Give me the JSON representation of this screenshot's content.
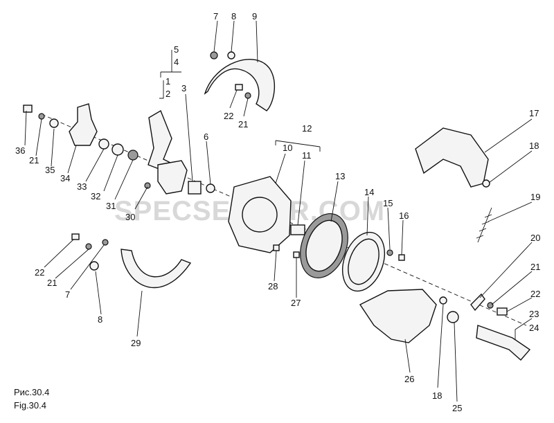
{
  "caption": {
    "ru": "Рис.30.4",
    "en": "Fig.30.4"
  },
  "watermark": "SPECSERVER.COM",
  "callouts": [
    {
      "id": "c5",
      "text": "5"
    },
    {
      "id": "c4",
      "text": "4"
    },
    {
      "id": "c1",
      "text": "1"
    },
    {
      "id": "c2",
      "text": "2"
    },
    {
      "id": "c3",
      "text": "3"
    },
    {
      "id": "c6",
      "text": "6"
    },
    {
      "id": "c7a",
      "text": "7"
    },
    {
      "id": "c8a",
      "text": "8"
    },
    {
      "id": "c9",
      "text": "9"
    },
    {
      "id": "c22a",
      "text": "22"
    },
    {
      "id": "c21a",
      "text": "21"
    },
    {
      "id": "c10",
      "text": "10"
    },
    {
      "id": "c11",
      "text": "11"
    },
    {
      "id": "c12",
      "text": "12"
    },
    {
      "id": "c13",
      "text": "13"
    },
    {
      "id": "c14",
      "text": "14"
    },
    {
      "id": "c15",
      "text": "15"
    },
    {
      "id": "c16",
      "text": "16"
    },
    {
      "id": "c17",
      "text": "17"
    },
    {
      "id": "c18a",
      "text": "18"
    },
    {
      "id": "c19",
      "text": "19"
    },
    {
      "id": "c20",
      "text": "20"
    },
    {
      "id": "c21b",
      "text": "21"
    },
    {
      "id": "c22b",
      "text": "22"
    },
    {
      "id": "c23",
      "text": "23"
    },
    {
      "id": "c24",
      "text": "24"
    },
    {
      "id": "c25",
      "text": "25"
    },
    {
      "id": "c18b",
      "text": "18"
    },
    {
      "id": "c26",
      "text": "26"
    },
    {
      "id": "c27",
      "text": "27"
    },
    {
      "id": "c28",
      "text": "28"
    },
    {
      "id": "c29",
      "text": "29"
    },
    {
      "id": "c30",
      "text": "30"
    },
    {
      "id": "c31",
      "text": "31"
    },
    {
      "id": "c32",
      "text": "32"
    },
    {
      "id": "c33",
      "text": "33"
    },
    {
      "id": "c34",
      "text": "34"
    },
    {
      "id": "c35",
      "text": "35"
    },
    {
      "id": "c36",
      "text": "36"
    },
    {
      "id": "c21c",
      "text": "21"
    },
    {
      "id": "c22c",
      "text": "22"
    },
    {
      "id": "c21d",
      "text": "21"
    },
    {
      "id": "c7b",
      "text": "7"
    },
    {
      "id": "c8b",
      "text": "8"
    }
  ]
}
